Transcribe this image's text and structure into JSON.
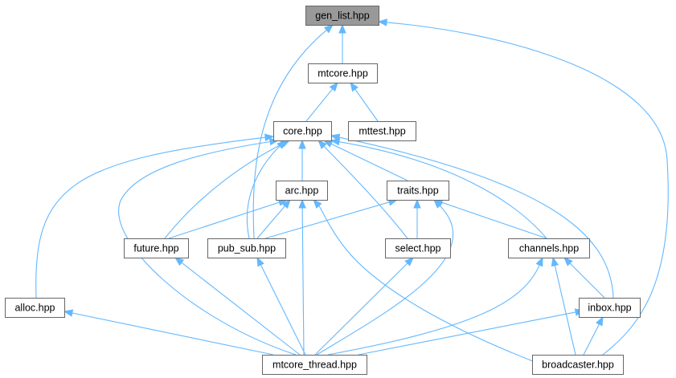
{
  "diagram": {
    "colors": {
      "edge": "#63b8ff",
      "node_border": "#666666",
      "root_fill": "#999999",
      "node_fill": "#ffffff",
      "text": "#000000"
    },
    "nodes": [
      {
        "id": "gen_list",
        "label": "gen_list.hpp",
        "highlighted": true
      },
      {
        "id": "mtcore",
        "label": "mtcore.hpp"
      },
      {
        "id": "core",
        "label": "core.hpp"
      },
      {
        "id": "mttest",
        "label": "mttest.hpp"
      },
      {
        "id": "arc",
        "label": "arc.hpp"
      },
      {
        "id": "traits",
        "label": "traits.hpp"
      },
      {
        "id": "future",
        "label": "future.hpp"
      },
      {
        "id": "pub_sub",
        "label": "pub_sub.hpp"
      },
      {
        "id": "select",
        "label": "select.hpp"
      },
      {
        "id": "channels",
        "label": "channels.hpp"
      },
      {
        "id": "alloc",
        "label": "alloc.hpp"
      },
      {
        "id": "inbox",
        "label": "inbox.hpp"
      },
      {
        "id": "mtcore_thread",
        "label": "mtcore_thread.hpp"
      },
      {
        "id": "broadcaster",
        "label": "broadcaster.hpp"
      }
    ],
    "edges": [
      {
        "from": "mtcore",
        "to": "gen_list"
      },
      {
        "from": "pub_sub",
        "to": "gen_list"
      },
      {
        "from": "broadcaster",
        "to": "gen_list"
      },
      {
        "from": "core",
        "to": "mtcore"
      },
      {
        "from": "mttest",
        "to": "mtcore"
      },
      {
        "from": "alloc",
        "to": "core"
      },
      {
        "from": "arc",
        "to": "core"
      },
      {
        "from": "traits",
        "to": "core"
      },
      {
        "from": "future",
        "to": "core"
      },
      {
        "from": "pub_sub",
        "to": "core"
      },
      {
        "from": "select",
        "to": "core"
      },
      {
        "from": "channels",
        "to": "core"
      },
      {
        "from": "inbox",
        "to": "core"
      },
      {
        "from": "mtcore_thread",
        "to": "core"
      },
      {
        "from": "future",
        "to": "arc"
      },
      {
        "from": "pub_sub",
        "to": "arc"
      },
      {
        "from": "mtcore_thread",
        "to": "arc"
      },
      {
        "from": "broadcaster",
        "to": "arc"
      },
      {
        "from": "pub_sub",
        "to": "traits"
      },
      {
        "from": "select",
        "to": "traits"
      },
      {
        "from": "channels",
        "to": "traits"
      },
      {
        "from": "mtcore_thread",
        "to": "traits"
      },
      {
        "from": "mtcore_thread",
        "to": "future"
      },
      {
        "from": "mtcore_thread",
        "to": "pub_sub"
      },
      {
        "from": "mtcore_thread",
        "to": "select"
      },
      {
        "from": "inbox",
        "to": "channels"
      },
      {
        "from": "mtcore_thread",
        "to": "channels"
      },
      {
        "from": "broadcaster",
        "to": "channels"
      },
      {
        "from": "mtcore_thread",
        "to": "alloc"
      },
      {
        "from": "mtcore_thread",
        "to": "inbox"
      },
      {
        "from": "broadcaster",
        "to": "inbox"
      }
    ]
  }
}
